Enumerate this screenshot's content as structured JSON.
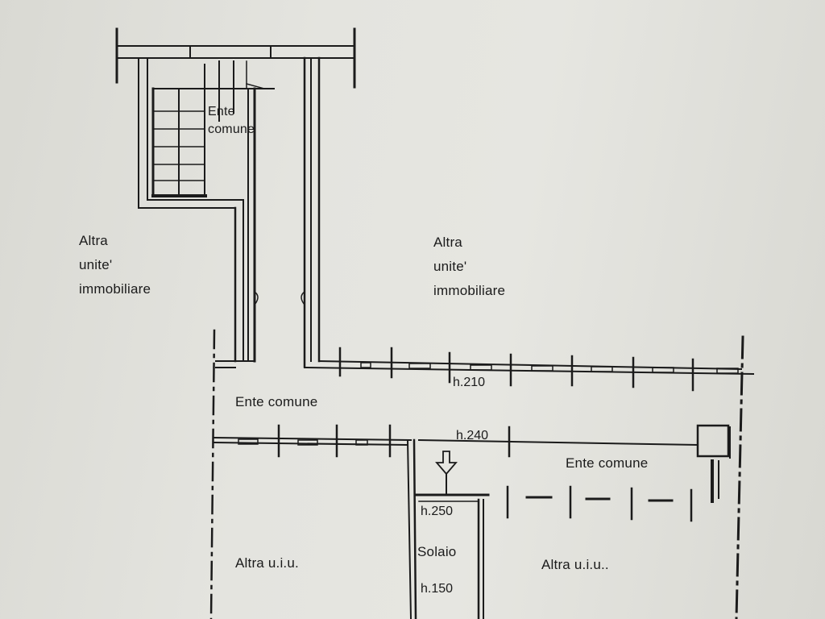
{
  "rooms": {
    "stair_common": [
      "Ente",
      "comune"
    ],
    "unit_left": [
      "Altra",
      "unite'",
      "immobiliare"
    ],
    "unit_right": [
      "Altra",
      "unite'",
      "immobiliare"
    ],
    "corridor_common": "Ente comune",
    "right_common": "Ente comune",
    "uiu_left": "Altra u.i.u.",
    "uiu_right": "Altra u.i.u..",
    "solaio": "Solaio"
  },
  "heights": {
    "top_wall": "h.210",
    "corridor_wall": "h.240",
    "solaio_top": "h.250",
    "solaio_bottom": "h.150"
  },
  "colors": {
    "paper": "#e4e4df",
    "ink": "#1b1b1b"
  }
}
